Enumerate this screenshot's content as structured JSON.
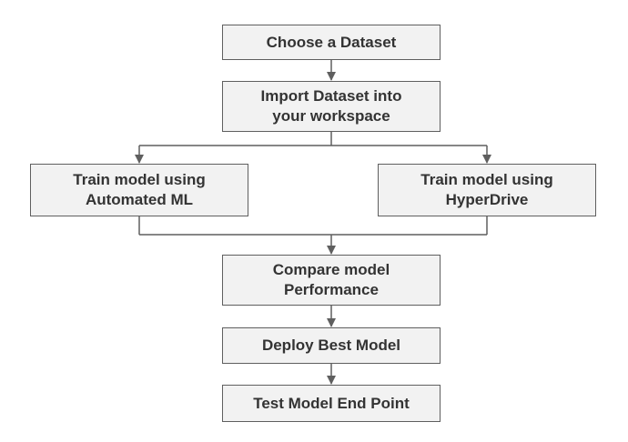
{
  "diagram": {
    "nodes": {
      "choose_dataset": "Choose a Dataset",
      "import_dataset": "Import Dataset into\nyour workspace",
      "train_automl": "Train model using\nAutomated ML",
      "train_hyperdrive": "Train model using\nHyperDrive",
      "compare_performance": "Compare model\nPerformance",
      "deploy_best": "Deploy Best Model",
      "test_endpoint": "Test Model End Point"
    },
    "edges": [
      [
        "choose_dataset",
        "import_dataset"
      ],
      [
        "import_dataset",
        "train_automl"
      ],
      [
        "import_dataset",
        "train_hyperdrive"
      ],
      [
        "train_automl",
        "compare_performance"
      ],
      [
        "train_hyperdrive",
        "compare_performance"
      ],
      [
        "compare_performance",
        "deploy_best"
      ],
      [
        "deploy_best",
        "test_endpoint"
      ]
    ],
    "colors": {
      "box_fill": "#f2f2f2",
      "box_border": "#5f5f5f",
      "text": "#333333",
      "connector": "#5f5f5f"
    }
  }
}
